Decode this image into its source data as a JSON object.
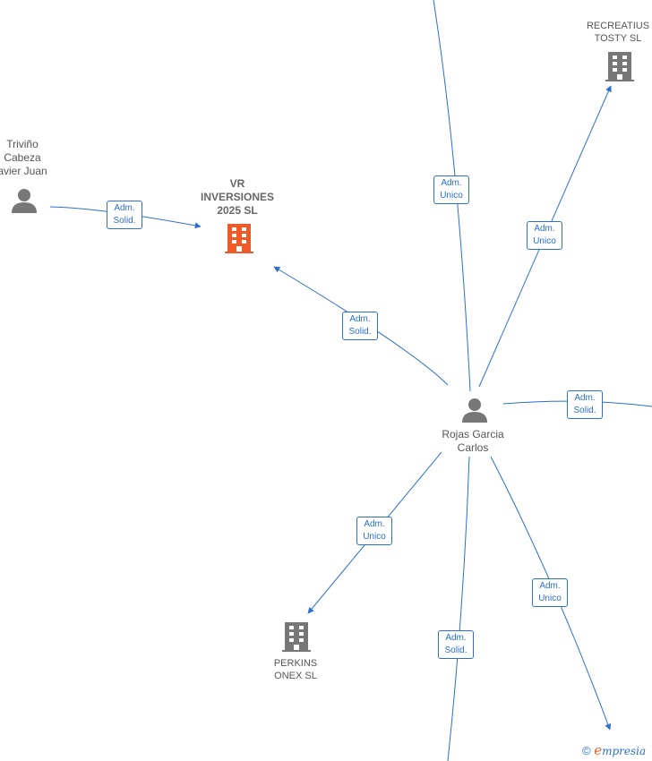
{
  "nodes": {
    "vr": {
      "line1": "VR",
      "line2": "INVERSIONES",
      "line3": "2025  SL"
    },
    "recreatius": {
      "line1": "RECREATIUS",
      "line2": "TOSTY SL"
    },
    "trivino": {
      "line1": "Triviño",
      "line2": "Cabeza",
      "line3": "avier Juan"
    },
    "rojas": {
      "line1": "Rojas Garcia",
      "line2": "Carlos"
    },
    "perkins": {
      "line1": "PERKINS",
      "line2": "ONEX  SL"
    }
  },
  "edges": {
    "trivino_vr": {
      "l1": "Adm.",
      "l2": "Solid."
    },
    "rojas_top": {
      "l1": "Adm.",
      "l2": "Unico"
    },
    "rojas_recreatius": {
      "l1": "Adm.",
      "l2": "Unico"
    },
    "rojas_vr": {
      "l1": "Adm.",
      "l2": "Solid."
    },
    "rojas_right": {
      "l1": "Adm.",
      "l2": "Solid."
    },
    "rojas_perkins": {
      "l1": "Adm.",
      "l2": "Unico"
    },
    "rojas_bottom": {
      "l1": "Adm.",
      "l2": "Solid."
    },
    "rojas_bottomright": {
      "l1": "Adm.",
      "l2": "Unico"
    }
  },
  "icons": {
    "person": "person-icon",
    "building": "building-icon"
  },
  "colors": {
    "edge": "#2a6fd1",
    "focus_building": "#f05a28",
    "building": "#777777",
    "person": "#777777"
  },
  "footer": {
    "copyright": "©",
    "brand_e": "e",
    "brand_rest": "mpresia"
  }
}
